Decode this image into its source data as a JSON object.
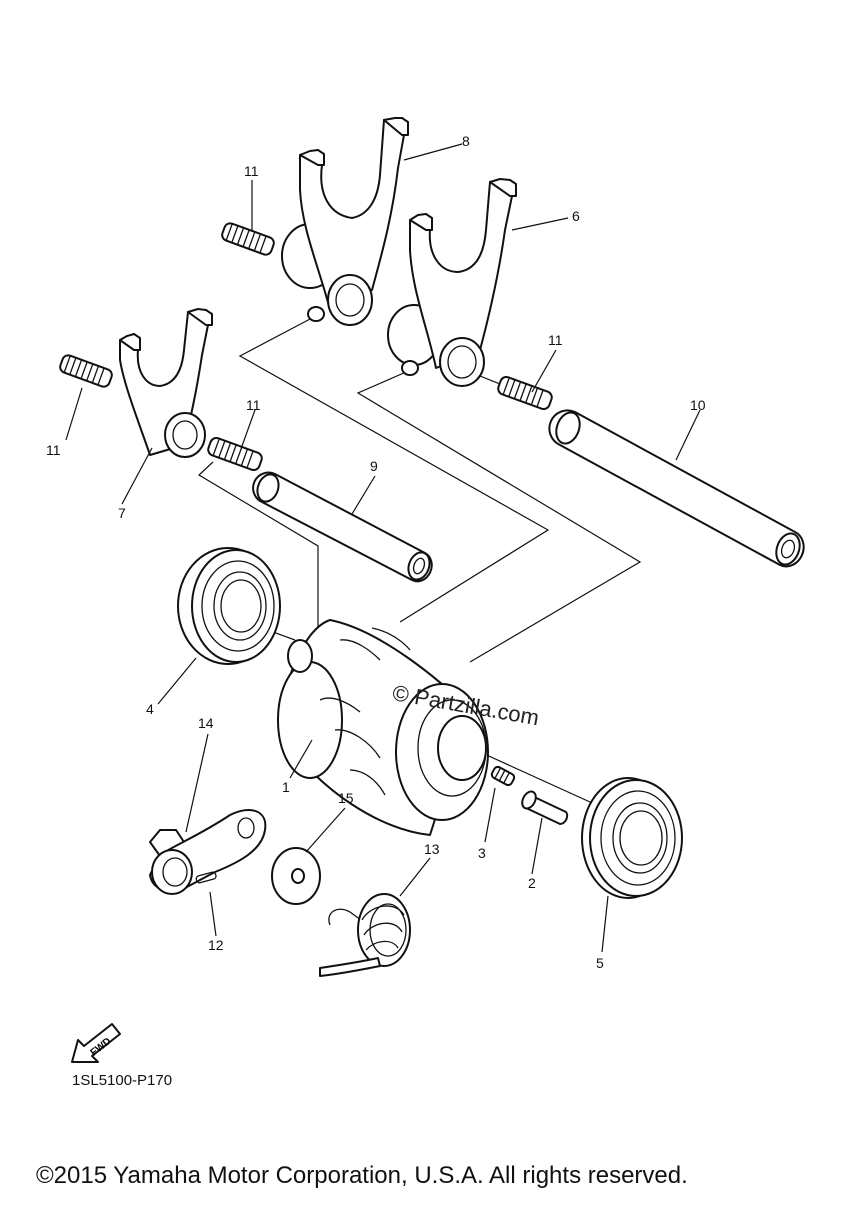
{
  "diagram": {
    "code": "1SL5100-P170",
    "fwd_label": "FWD",
    "watermark": "© Partzilla.com",
    "copyright": "©2015 Yamaha Motor Corporation, U.S.A. All rights reserved."
  },
  "callouts": [
    {
      "id": "c1",
      "label": "1"
    },
    {
      "id": "c2",
      "label": "2"
    },
    {
      "id": "c3",
      "label": "3"
    },
    {
      "id": "c4",
      "label": "4"
    },
    {
      "id": "c5",
      "label": "5"
    },
    {
      "id": "c6",
      "label": "6"
    },
    {
      "id": "c7",
      "label": "7"
    },
    {
      "id": "c8",
      "label": "8"
    },
    {
      "id": "c9",
      "label": "9"
    },
    {
      "id": "c10",
      "label": "10"
    },
    {
      "id": "c11a",
      "label": "11"
    },
    {
      "id": "c11b",
      "label": "11"
    },
    {
      "id": "c11c",
      "label": "11"
    },
    {
      "id": "c11d",
      "label": "11"
    },
    {
      "id": "c12",
      "label": "12"
    },
    {
      "id": "c13",
      "label": "13"
    },
    {
      "id": "c14",
      "label": "14"
    },
    {
      "id": "c15",
      "label": "15"
    }
  ]
}
